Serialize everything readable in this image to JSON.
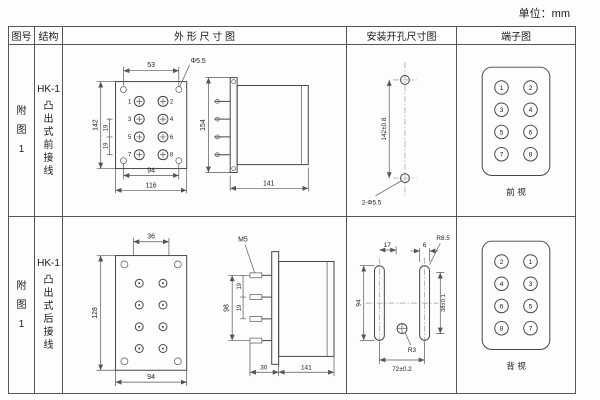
{
  "unit_label": "单位：mm",
  "headers": {
    "fig": "图号",
    "structure": "结构",
    "outline": "外 形 尺 寸 图",
    "mounting": "安装开孔尺寸图",
    "terminal": "端子图"
  },
  "rows": [
    {
      "fig": [
        "附",
        "图",
        "1"
      ],
      "model": "HK-1",
      "structure": [
        "凸",
        "出",
        "式",
        "前",
        "接",
        "线"
      ],
      "outline": {
        "top_width": "53",
        "hole": "Φ5.5",
        "height": "142",
        "pitch1": "19",
        "pitch2": "19",
        "hole_span": "94",
        "overall_width": "116",
        "side_height": "154",
        "side_width": "141",
        "terminals": [
          "1",
          "2",
          "3",
          "4",
          "5",
          "6",
          "7",
          "8"
        ]
      },
      "mounting": {
        "height": "142±0.8",
        "holes": "2-Φ5.5"
      },
      "terminal": {
        "left": [
          "1",
          "3",
          "5",
          "7"
        ],
        "right": [
          "2",
          "4",
          "6",
          "8"
        ],
        "view": "前 视"
      }
    },
    {
      "fig": [
        "附",
        "图",
        "1"
      ],
      "model": "HK-1",
      "structure": [
        "凸",
        "出",
        "式",
        "后",
        "接",
        "线"
      ],
      "outline": {
        "top_width": "36",
        "height": "128",
        "bottom_width": "94",
        "screw": "M5",
        "side_height": "98",
        "pitch1": "19",
        "pitch2": "19",
        "inner_width": "30",
        "side_width": "141"
      },
      "mounting": {
        "top_offset": "17",
        "slot_width": "6",
        "radius": "R8.5",
        "height": "94",
        "slot_dim": "38±0.1",
        "center_radius": "R3",
        "span": "72±0.2"
      },
      "terminal": {
        "left": [
          "2",
          "4",
          "6",
          "8"
        ],
        "right": [
          "1",
          "3",
          "5",
          "7"
        ],
        "view": "背 视"
      }
    }
  ]
}
